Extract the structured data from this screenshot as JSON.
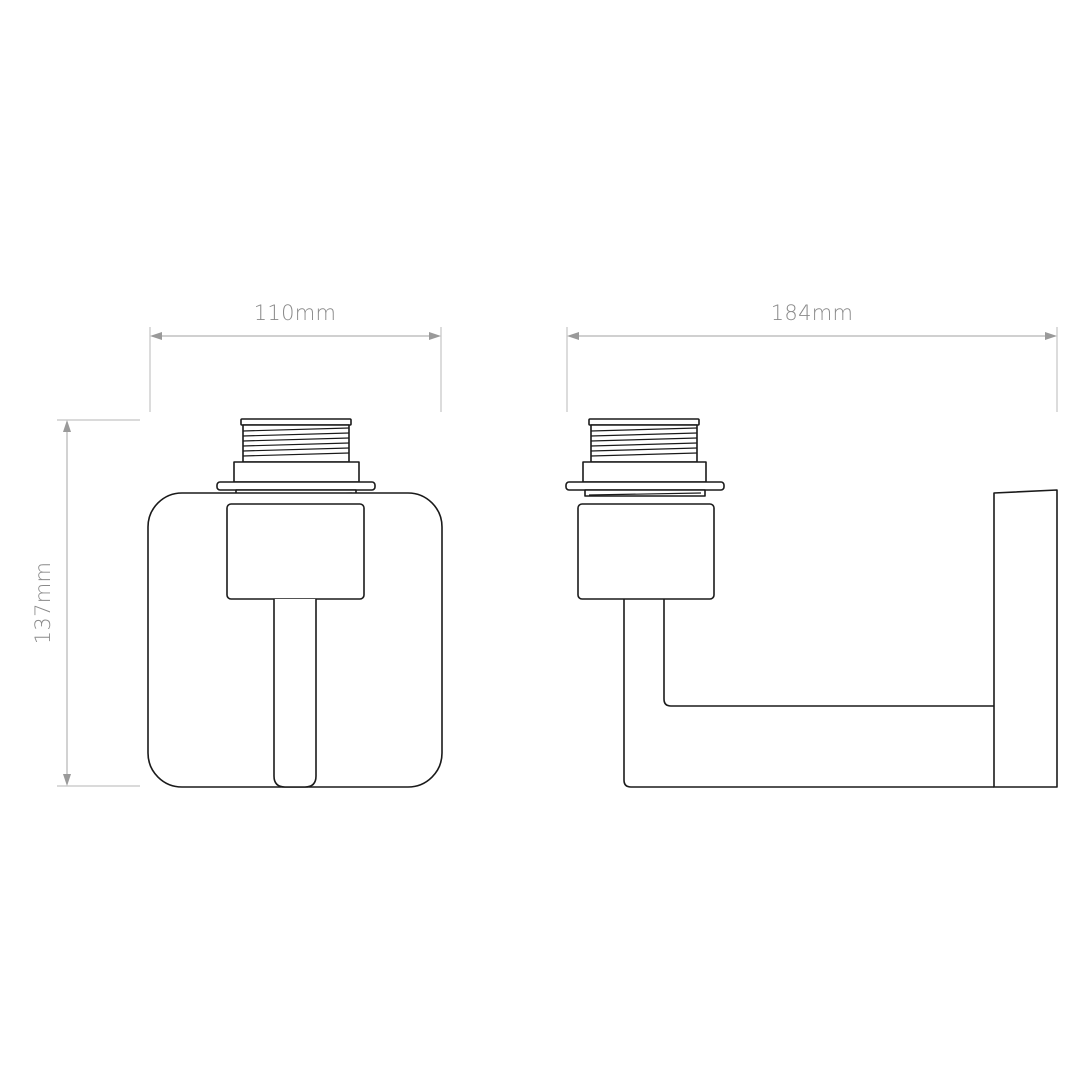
{
  "dimensions": {
    "front_width": "110mm",
    "side_width": "184mm",
    "height": "137mm"
  },
  "colors": {
    "outline": "#1a1a1a",
    "dimension": "#8a8a8a",
    "background": "#ffffff"
  }
}
